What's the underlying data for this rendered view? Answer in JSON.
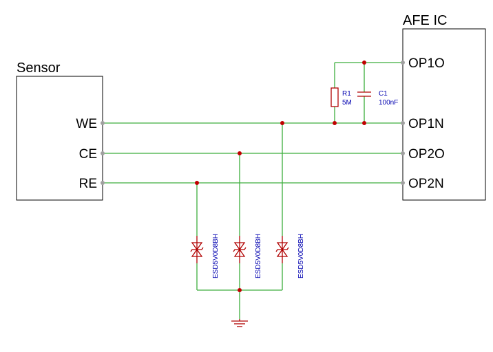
{
  "sensor": {
    "title": "Sensor",
    "pins": [
      "WE",
      "CE",
      "RE"
    ]
  },
  "afe": {
    "title": "AFE IC",
    "pins": [
      "OP1O",
      "OP1N",
      "OP2O",
      "OP2N"
    ]
  },
  "resistor": {
    "ref": "R1",
    "value": "5M"
  },
  "capacitor": {
    "ref": "C1",
    "value": "100nF"
  },
  "esd": [
    "ESD5V0D8BH",
    "ESD5V0D8BH",
    "ESD5V0D8BH"
  ],
  "colors": {
    "wire": "#3cae3c",
    "part": "#b00000",
    "label": "#0000b0",
    "junction": "#c00000"
  }
}
